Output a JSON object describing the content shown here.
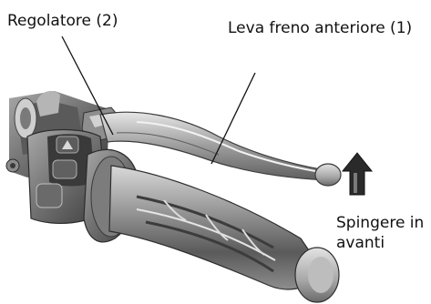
{
  "labels": {
    "regulator": "Regolatore (2)",
    "front_brake_lever": "Leva freno anteriore (1)",
    "push_forward_line1": "Spingere in",
    "push_forward_line2": "avanti"
  },
  "icons": {
    "arrow": "up-arrow-icon"
  },
  "colors": {
    "metal_dark": "#3a3a3a",
    "metal_mid": "#8c8c8c",
    "metal_light": "#c9c9c9",
    "grip_dark": "#4b4b4b",
    "text": "#111111"
  }
}
